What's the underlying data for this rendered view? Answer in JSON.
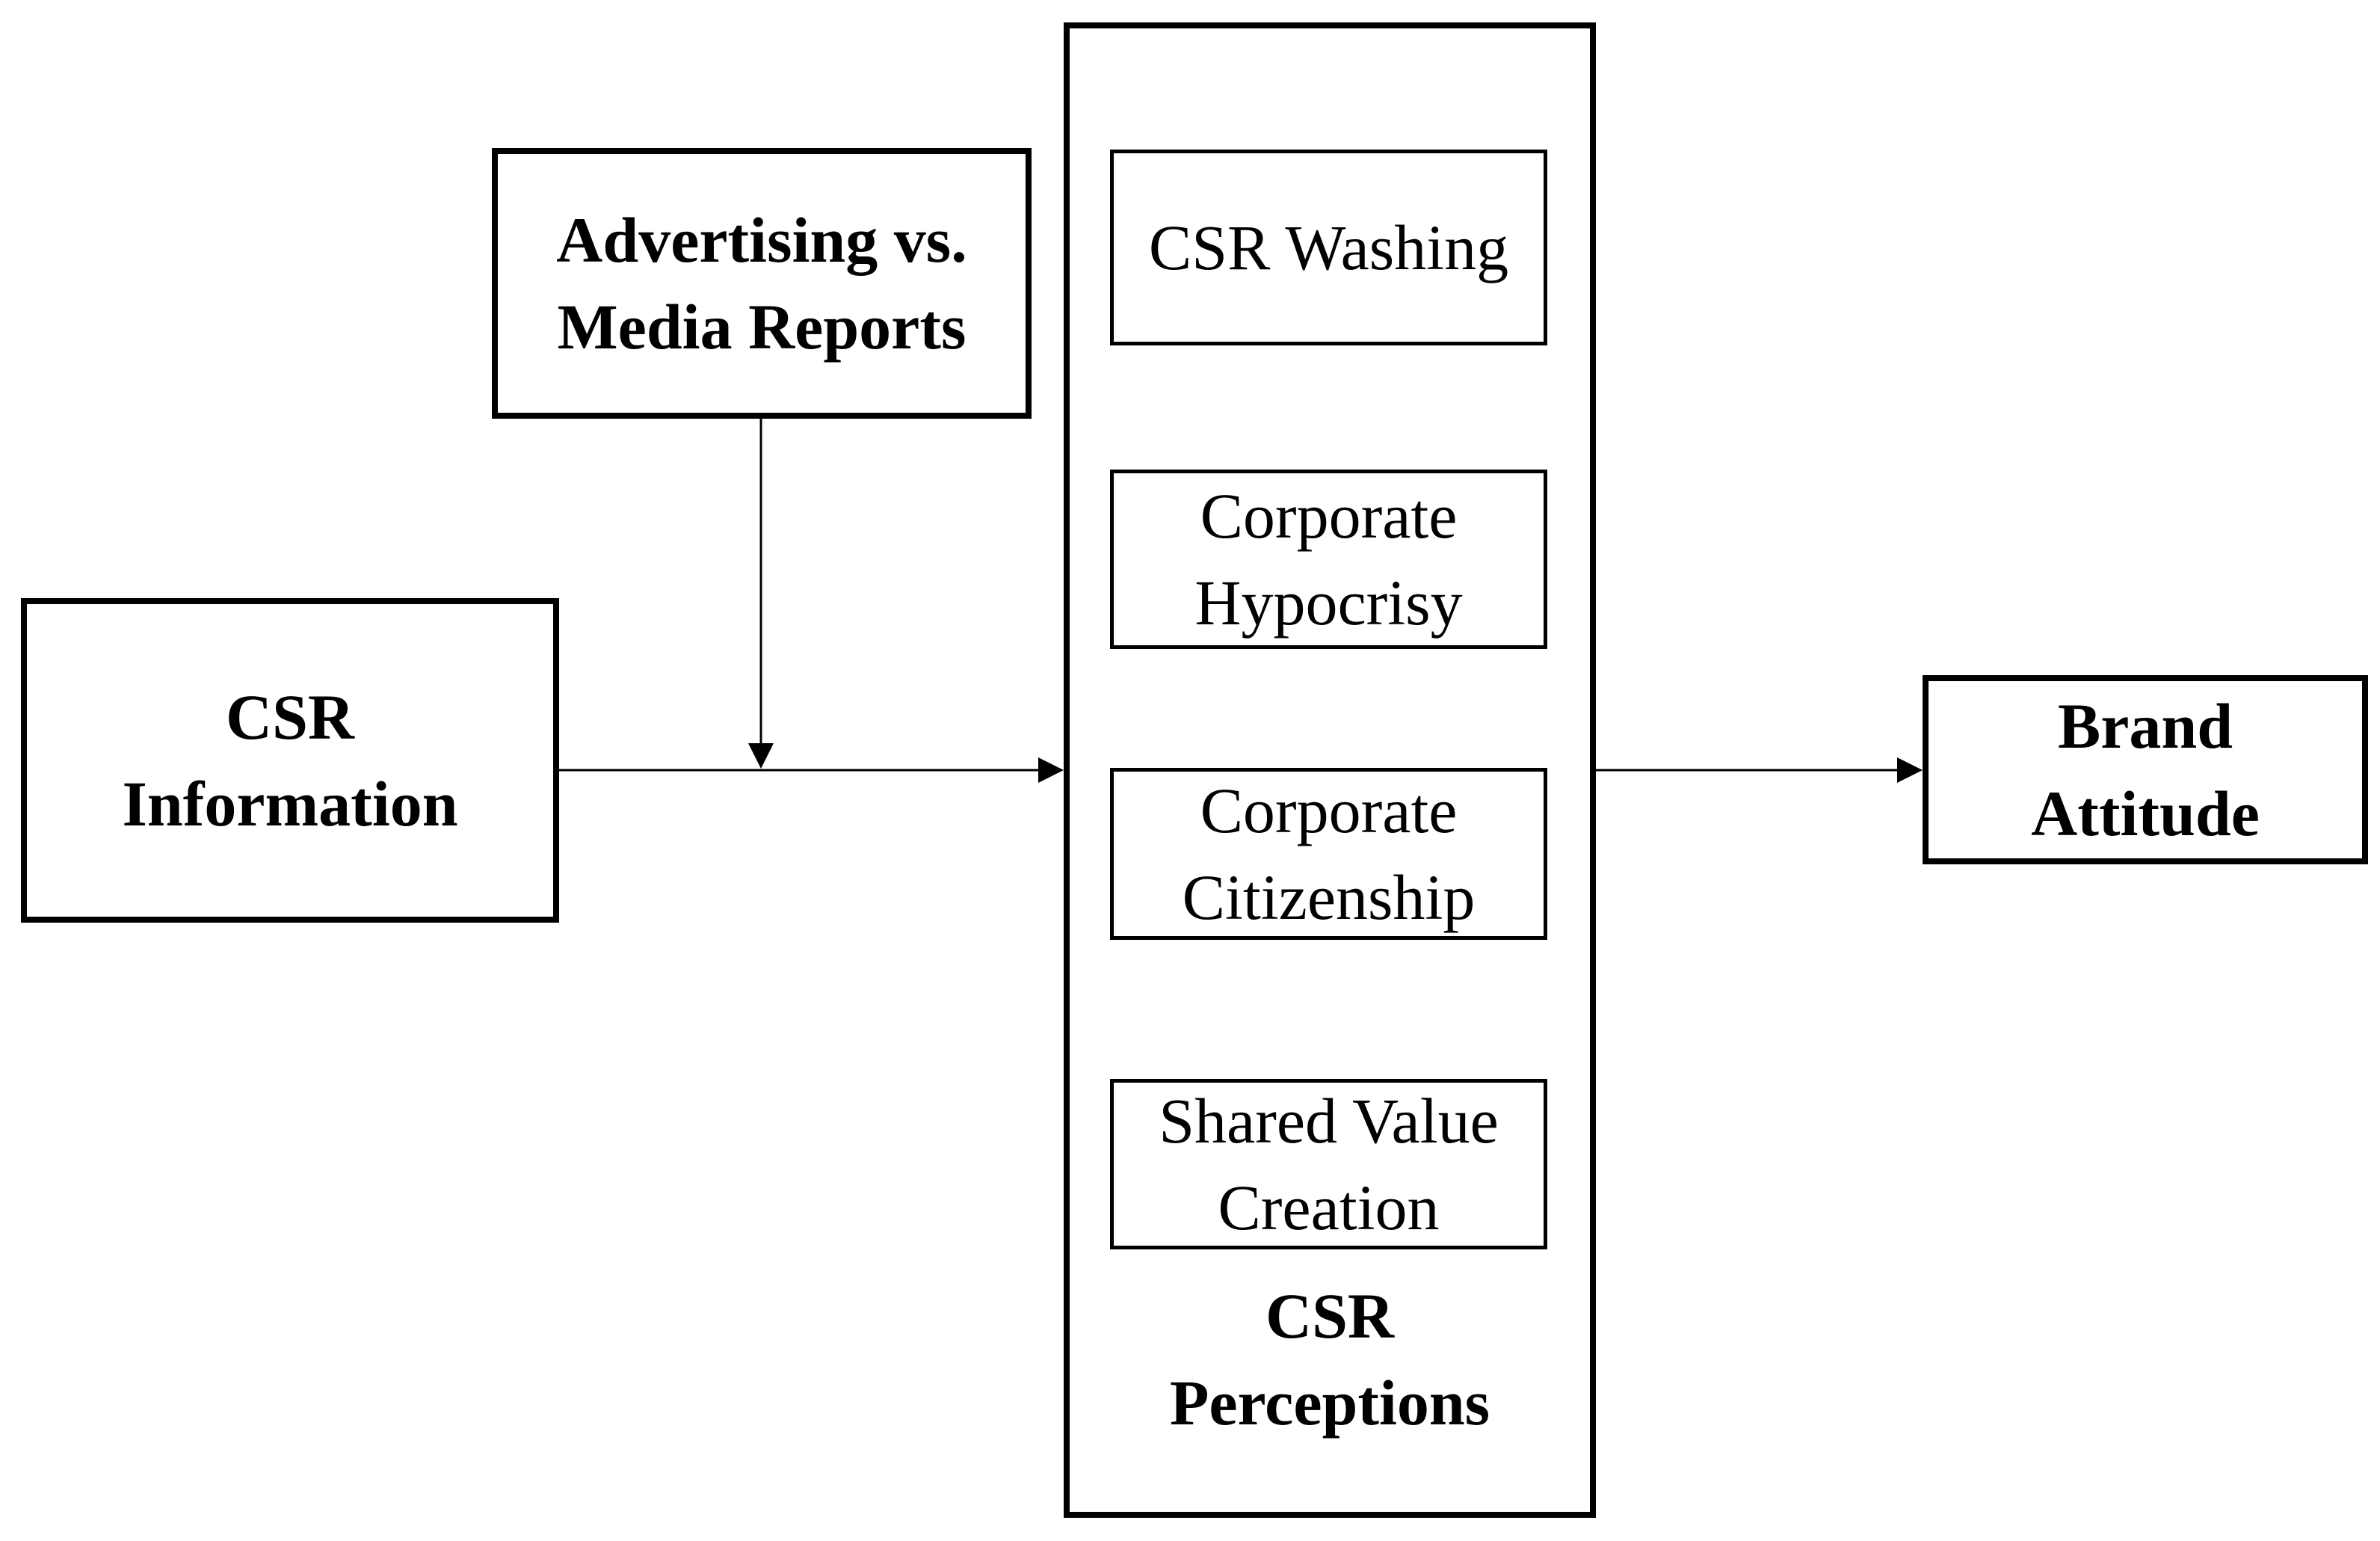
{
  "diagram": {
    "background_color": "#ffffff",
    "line_color": "#000000",
    "text_color": "#000000",
    "nodes": {
      "csr_information": {
        "label": "CSR\nInformation",
        "emphasis": "bold"
      },
      "advertising_vs_media_reports": {
        "label": "Advertising vs.\nMedia Reports",
        "emphasis": "bold"
      },
      "csr_perceptions_group": {
        "label": "CSR\nPerceptions",
        "emphasis": "bold",
        "items": {
          "csr_washing": {
            "label": "CSR Washing"
          },
          "corporate_hypocrisy": {
            "label": "Corporate\nHypocrisy"
          },
          "corporate_citizenship": {
            "label": "Corporate\nCitizenship"
          },
          "shared_value_creation": {
            "label": "Shared Value\nCreation"
          }
        }
      },
      "brand_attitude": {
        "label": "Brand\nAttitude",
        "emphasis": "bold"
      }
    },
    "edges": [
      {
        "from": "csr_information",
        "to": "csr_perceptions_group",
        "type": "arrow"
      },
      {
        "from": "advertising_vs_media_reports",
        "to": "csr_information->csr_perceptions_group",
        "type": "moderator-arrow"
      },
      {
        "from": "csr_perceptions_group",
        "to": "brand_attitude",
        "type": "arrow"
      }
    ]
  }
}
